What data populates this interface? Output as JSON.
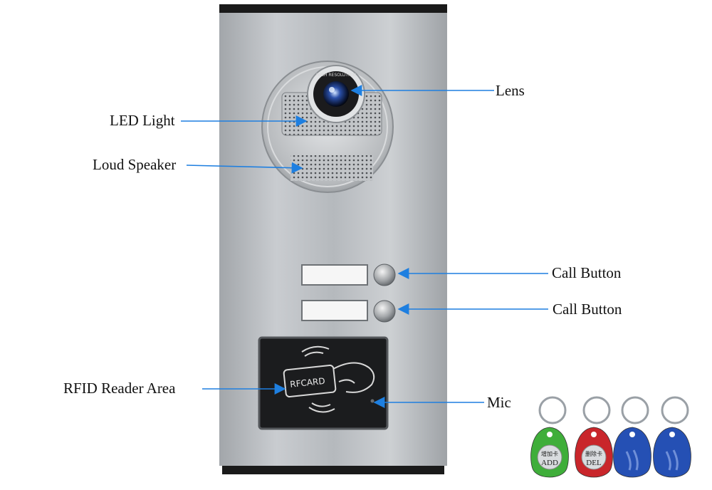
{
  "callouts": {
    "lens": "Lens",
    "led_light": "LED Light",
    "loud_speaker": "Loud Speaker",
    "call_button_1": "Call Button",
    "call_button_2": "Call Button",
    "rfid_reader_area": "RFID Reader Area",
    "mic": "Mic"
  },
  "panel": {
    "rfid_card_text": "RFCARD",
    "lens_ring_text": "HIGH RESOLUTION"
  },
  "keyfobs": [
    {
      "color": "#3fae3a",
      "label_cn": "增加卡",
      "label_en": "ADD"
    },
    {
      "color": "#c9262b",
      "label_cn": "删除卡",
      "label_en": "DEL"
    },
    {
      "color": "#2550b4"
    },
    {
      "color": "#2550b4"
    }
  ],
  "colors": {
    "arrow": "#1e7fe0",
    "panel_top": "#cfd2d5",
    "panel_mid": "#a9adb1"
  }
}
